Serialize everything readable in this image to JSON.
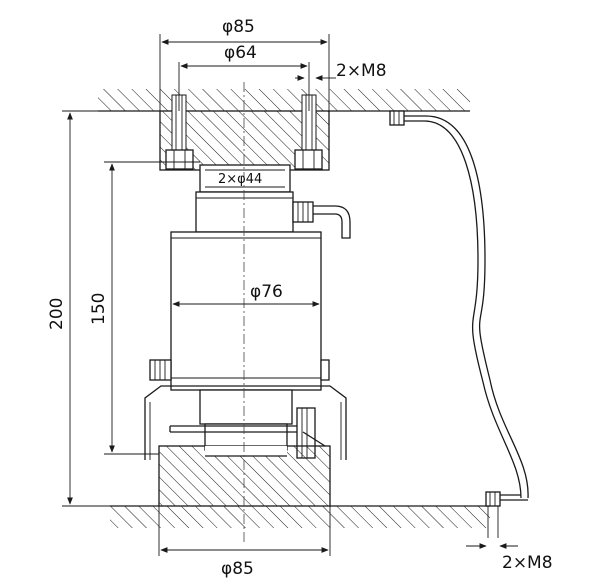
{
  "dimensions": {
    "top_diameter": "φ85",
    "inner_diameter": "φ64",
    "top_thread": "2×M8",
    "hole_diameter": "2×φ44",
    "body_diameter": "φ76",
    "overall_height": "200",
    "sensor_height": "150",
    "bottom_diameter": "φ85",
    "bottom_thread": "2×M8"
  },
  "colors": {
    "line": "#1a1a1a",
    "background": "#ffffff"
  }
}
